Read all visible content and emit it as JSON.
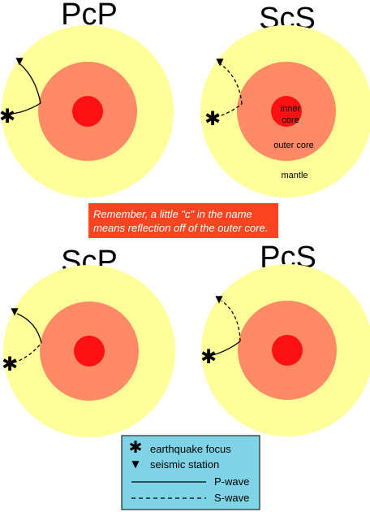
{
  "colors": {
    "mantle": "#ffff99",
    "outer_core": "#ff8a66",
    "inner_core": "#ff1111",
    "callout_bg": "#ff4422",
    "legend_bg": "#7fd3e6"
  },
  "panels": [
    {
      "title": "PcP",
      "down_wave": "P-wave",
      "up_wave": "P-wave",
      "show_layer_labels": false
    },
    {
      "title": "ScS",
      "down_wave": "S-wave",
      "up_wave": "S-wave",
      "show_layer_labels": true
    },
    {
      "title": "ScP",
      "down_wave": "S-wave",
      "up_wave": "P-wave",
      "show_layer_labels": false
    },
    {
      "title": "PcS",
      "down_wave": "P-wave",
      "up_wave": "S-wave",
      "show_layer_labels": false
    }
  ],
  "layer_labels": {
    "inner_core_line1": "inner",
    "inner_core_line2": "core",
    "outer_core": "outer core",
    "mantle": "mantle"
  },
  "callout": {
    "line1": "Remember, a little \"c\" in the name",
    "line2": "means reflection off of the outer core."
  },
  "legend": {
    "focus_symbol": "✱",
    "focus_label": "earthquake focus",
    "station_symbol": "▼",
    "station_label": "seismic station",
    "p_wave_label": "P-wave",
    "s_wave_label": "S-wave"
  }
}
